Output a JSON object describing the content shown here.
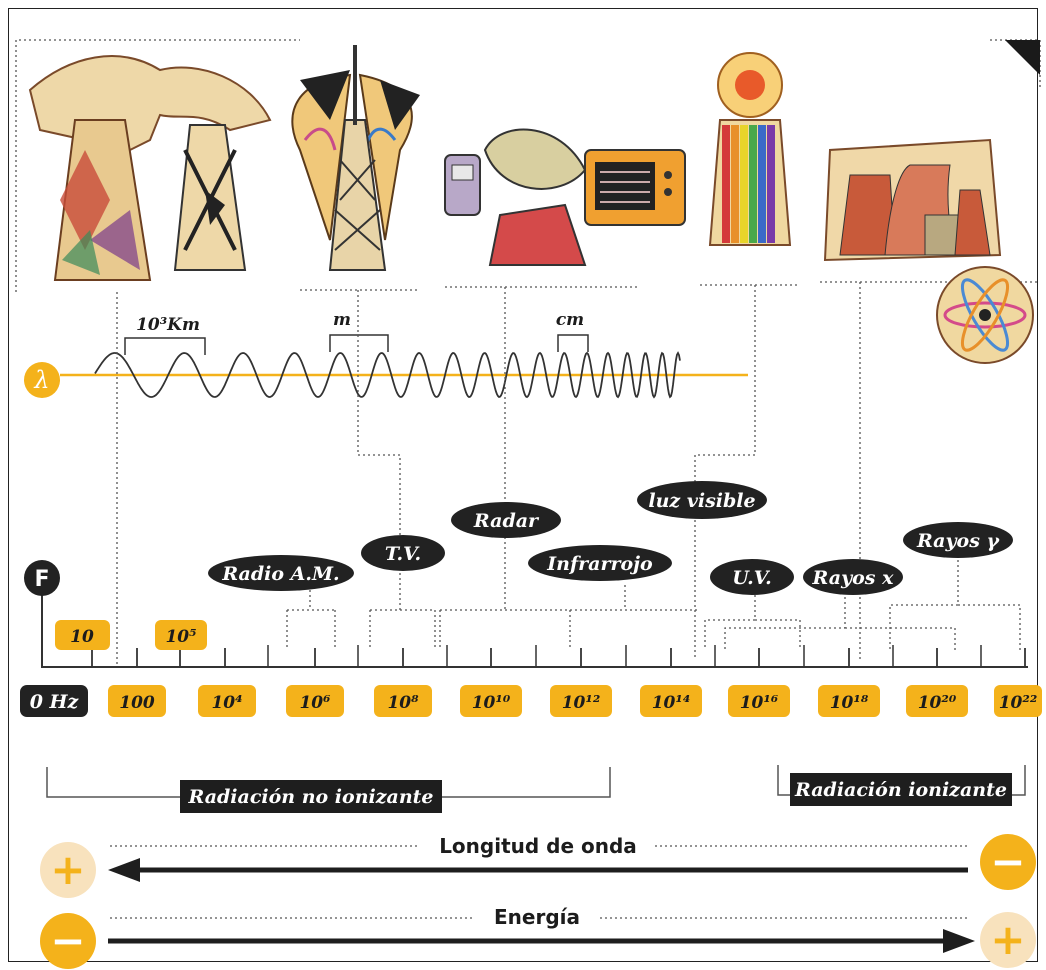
{
  "wave": {
    "lambda_symbol": "λ",
    "scale_labels": [
      "10³Km",
      "m",
      "cm"
    ]
  },
  "frequency_axis": {
    "symbol": "F",
    "zero_label": "0 Hz",
    "lower_ticks": [
      "100",
      "10⁴",
      "10⁶",
      "10⁸",
      "10¹⁰",
      "10¹²",
      "10¹⁴",
      "10¹⁶",
      "10¹⁸",
      "10²⁰",
      "10²²"
    ],
    "upper_ticks": [
      "10",
      "10⁵"
    ]
  },
  "bands": {
    "radio_am": "Radio A.M.",
    "tv": "T.V.",
    "radar": "Radar",
    "infrared": "Infrarrojo",
    "visible": "luz visible",
    "uv": "U.V.",
    "xray": "Rayos x",
    "gamma": "Rayos γ"
  },
  "regions": {
    "non_ionizing": "Radiación no ionizante",
    "ionizing": "Radiación ionizante"
  },
  "arrows": {
    "wavelength": "Longitud de onda",
    "energy": "Energía",
    "plus": "+",
    "minus": "−"
  },
  "colors": {
    "accent_yellow": "#f4b21b",
    "dark": "#222222",
    "light_circle": "#f8e2bd"
  }
}
